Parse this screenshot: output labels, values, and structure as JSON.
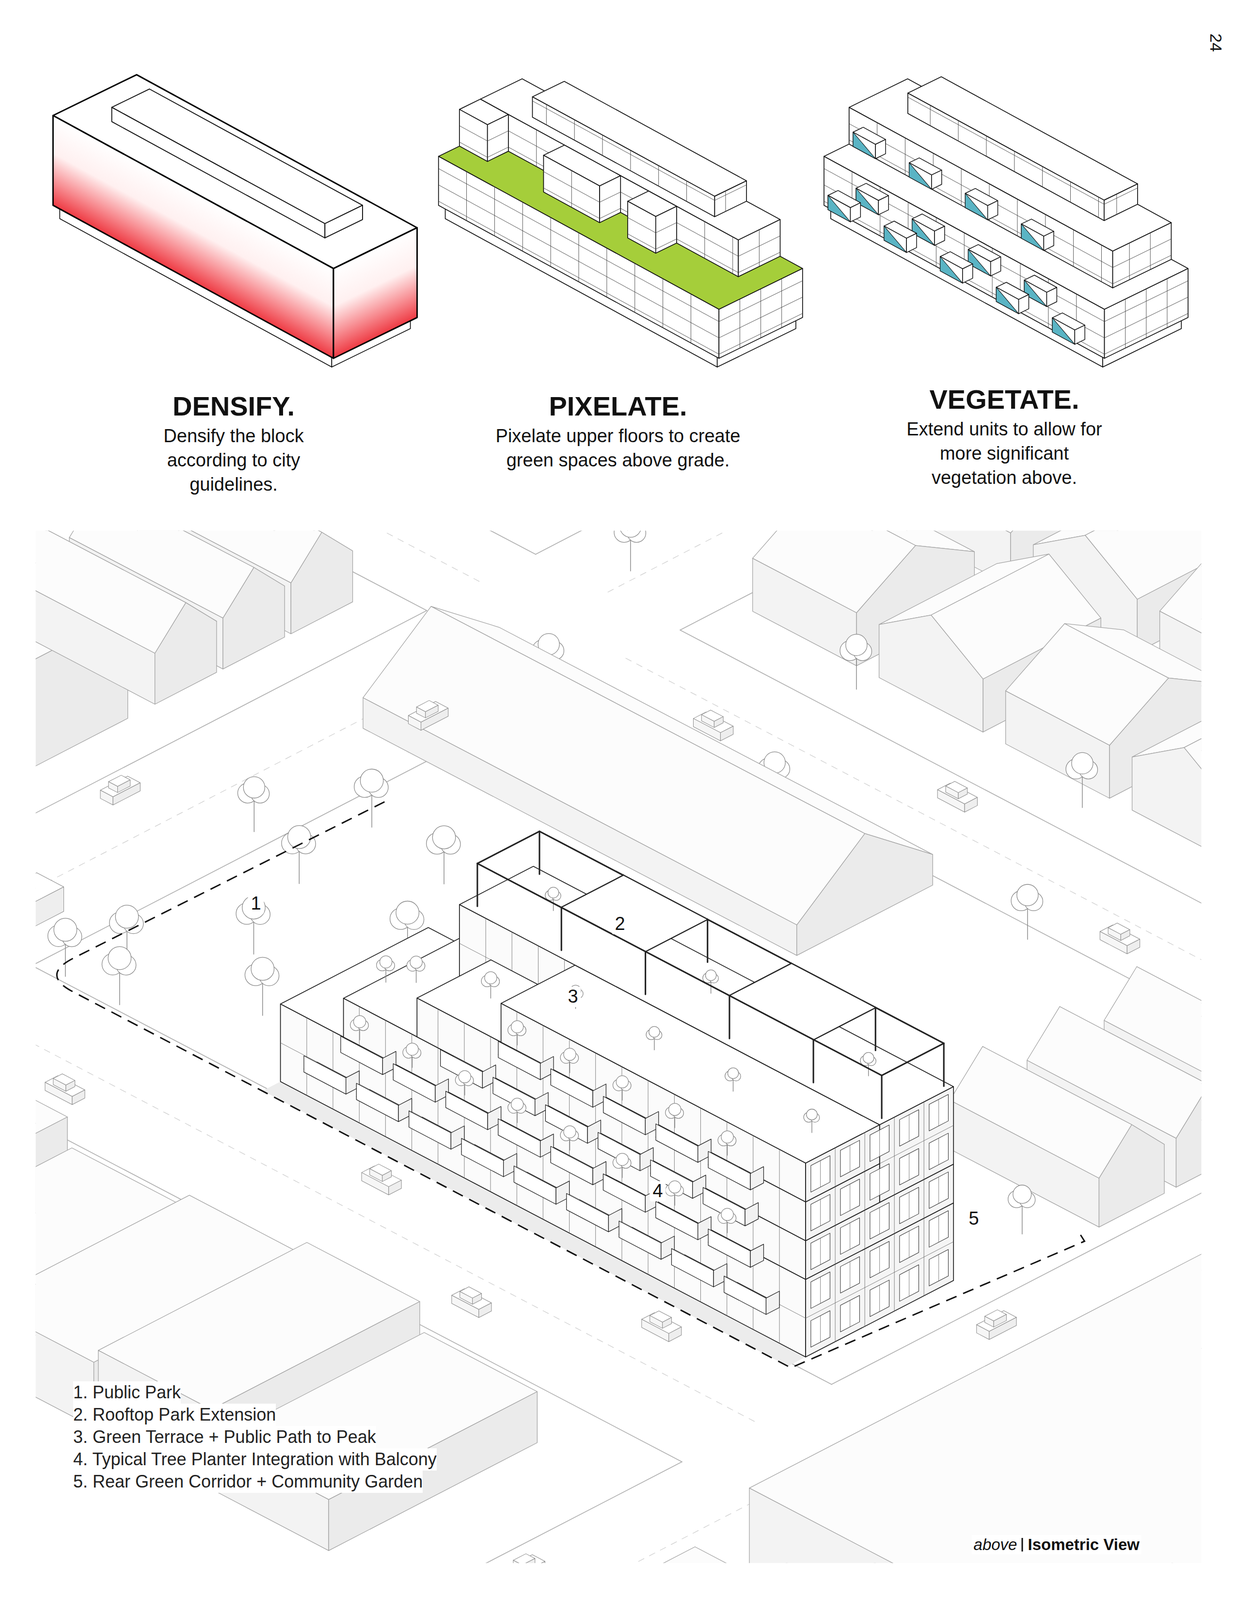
{
  "diagram": {
    "labels": [
      "24",
      "DENSIFY.",
      "Densify the block according to city guidelines.",
      "PIXELATE.",
      "Pixelate upper floors to create green spaces above grade.",
      "VEGETATE.",
      "Extend units to allow for more significant vegetation above.",
      "1",
      "2",
      "3",
      "4",
      "5",
      "1. Public Park",
      "2. Rooftop Park Extension",
      "3. Green Terrace + Public Path to Peak",
      "4. Typical Tree Planter Integration with Balcony",
      "5. Rear Green Corridor + Community Garden",
      "above",
      "Isometric View"
    ]
  }
}
